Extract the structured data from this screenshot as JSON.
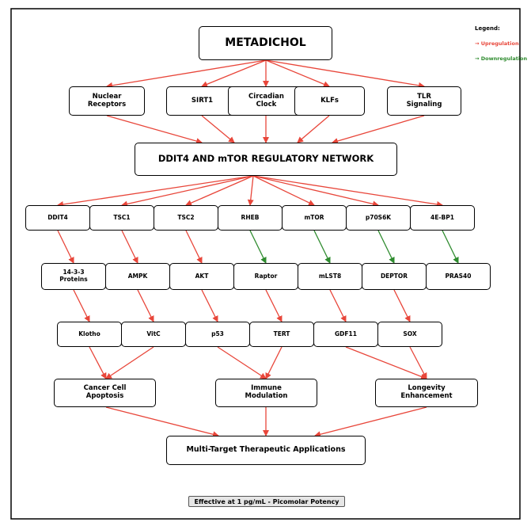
{
  "title": "METADICHOL",
  "hub": "DDIT4 AND mTOR REGULATORY NETWORK",
  "colors": {
    "up": "#e8463a",
    "down": "#2e8b2e"
  },
  "legend": {
    "title": "Legend:",
    "up": "→ Upregulation",
    "down": "→ Downregulation"
  },
  "tier1": [
    "Nuclear\nReceptors",
    "SIRT1",
    "Circadian\nClock",
    "KLFs",
    "TLR\nSignaling"
  ],
  "tier2": [
    "DDIT4",
    "TSC1",
    "TSC2",
    "RHEB",
    "mTOR",
    "p70S6K",
    "4E-BP1"
  ],
  "tier3": [
    "14-3-3\nProteins",
    "AMPK",
    "AKT",
    "Raptor",
    "mLST8",
    "DEPTOR",
    "PRAS40"
  ],
  "tier4": [
    "Klotho",
    "VitC",
    "p53",
    "TERT",
    "GDF11",
    "SOX"
  ],
  "tier5": [
    "Cancer Cell\nApoptosis",
    "Immune\nModulation",
    "Longevity\nEnhancement"
  ],
  "final": "Multi-Target Therapeutic Applications",
  "footer": "Effective at 1 pg/mL - Picomolar Potency",
  "edges_tier2_to_tier3": [
    "up",
    "up",
    "up",
    "down",
    "down",
    "down",
    "down"
  ]
}
